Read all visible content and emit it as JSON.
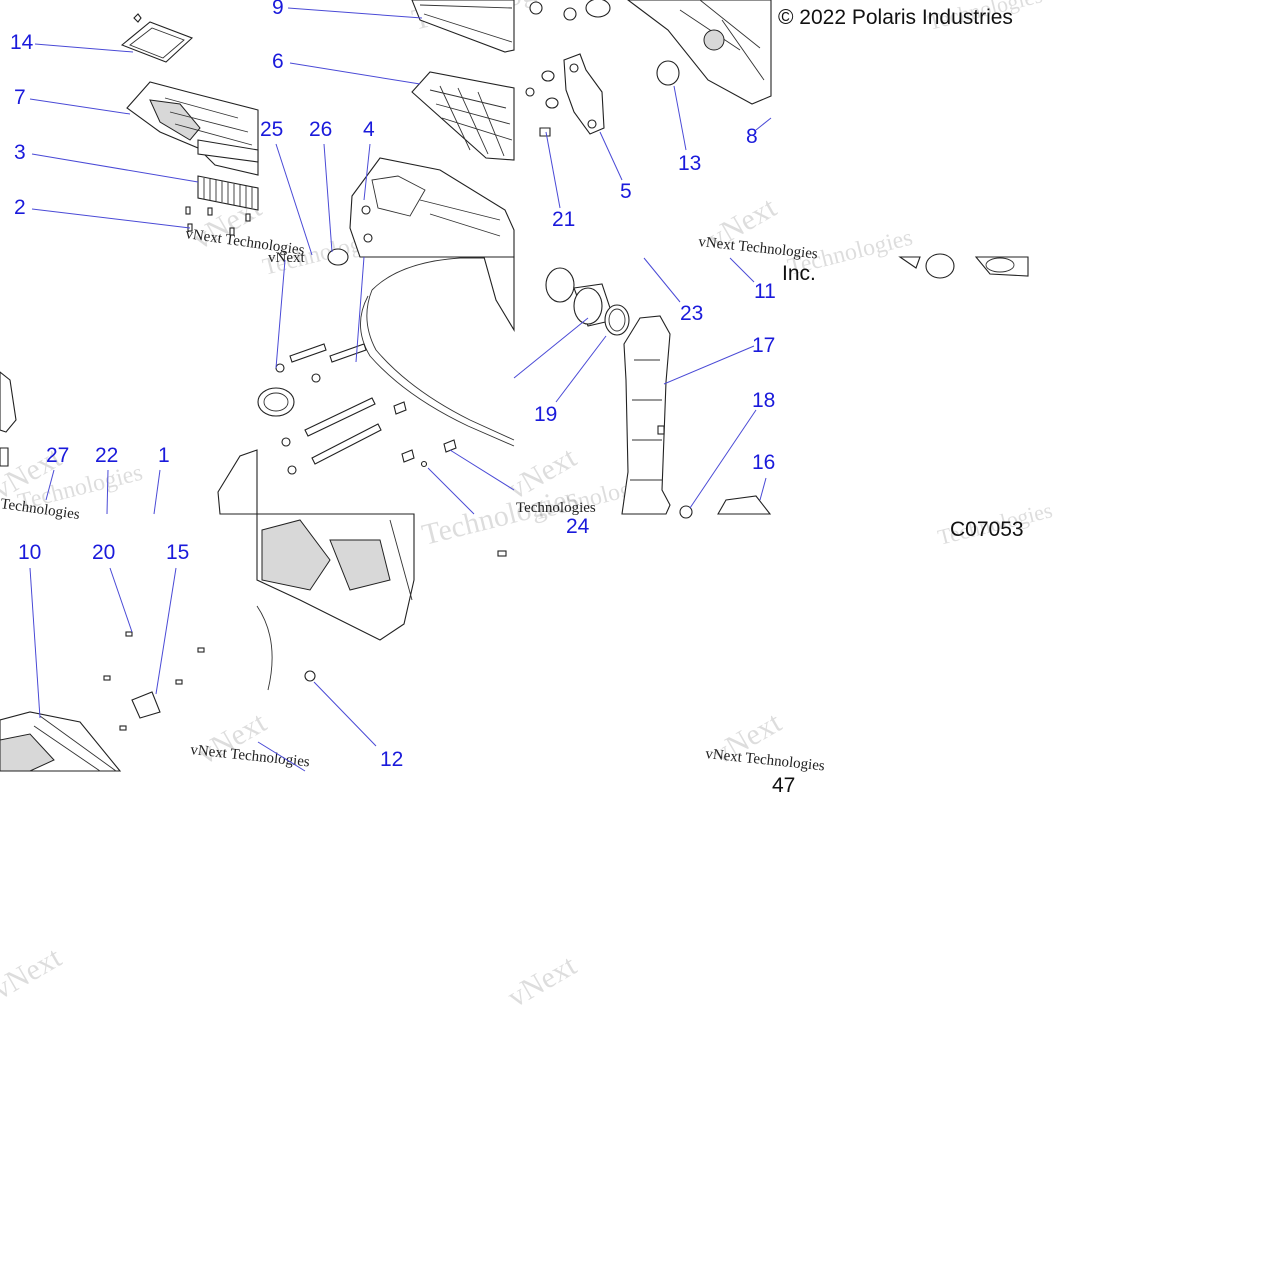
{
  "copyright": "© 2022 Polaris Industries",
  "copyright_tail": "Inc.",
  "diagram_code": "C07053",
  "page_fragment": "47",
  "watermark": {
    "brand": "vNext",
    "word": "Technologies",
    "signature": "vNext Technologies"
  },
  "callouts": [
    "14",
    "7",
    "3",
    "2",
    "9",
    "6",
    "25",
    "26",
    "4",
    "21",
    "5",
    "13",
    "8",
    "11",
    "23",
    "17",
    "19",
    "18",
    "16",
    "24",
    "27",
    "22",
    "1",
    "10",
    "20",
    "15",
    "12"
  ],
  "colors": {
    "callout": "#1a1adb",
    "leader": "#4a4ad6"
  }
}
